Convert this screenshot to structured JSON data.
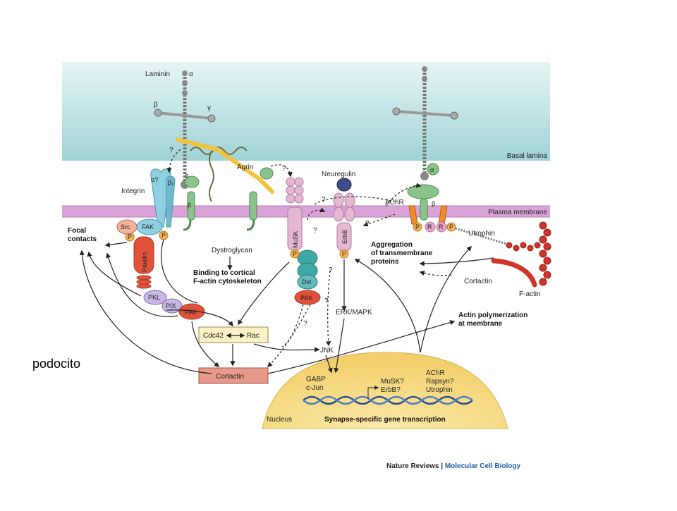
{
  "caption": "podocito",
  "credit": {
    "journal": "Nature Reviews",
    "separator": " | ",
    "section": "Molecular Cell Biology"
  },
  "regions": {
    "basal_lamina": "Basal lamina",
    "plasma_membrane": "Plasma membrane",
    "nucleus": "Nucleus"
  },
  "laminin": {
    "name": "Laminin",
    "alpha": "α",
    "beta": "β",
    "gamma": "γ"
  },
  "receptors": {
    "integrin": "Integrin",
    "alpha_q": "α?",
    "beta1": "β₁",
    "alpha": "α",
    "beta": "β",
    "agrin": "Agrin",
    "dystroglycan": "Dystroglycan",
    "neuregulin": "Neuregulin",
    "musk": "MuSK",
    "erbb": "ErbB",
    "achr": "AChR",
    "r": "R",
    "utrophin": "Utrophin",
    "cortactin_right": "Cortactin",
    "factin": "F-actin",
    "dvl": "Dvl"
  },
  "phospho": "P",
  "question": "?",
  "signaling": {
    "src": "Src",
    "fak": "FAK",
    "paxillin": "Paxillin",
    "pkl": "PKL",
    "pix": "PIX",
    "pak": "PAK",
    "cdc42": "Cdc42",
    "rac": "Rac",
    "cortactin": "Cortactin",
    "erk": "ERK/MAPK",
    "jnk": "JNK"
  },
  "outcomes": {
    "focal_1": "Focal",
    "focal_2": "contacts",
    "binding_1": "Binding to cortical",
    "binding_2": "F-actin cytoskeleton",
    "aggregation_1": "Aggregation",
    "aggregation_2": "of transmembrane",
    "aggregation_3": "proteins",
    "actin_poly_1": "Actin polymerization",
    "actin_poly_2": "at membrane"
  },
  "nucleus_content": {
    "gabp": "GABP",
    "cjun": "c-Jun",
    "musk_q": "MuSK?",
    "erbb_q": "ErbB?",
    "achr": "AChR",
    "rapsyn_q": "Rapsyn?",
    "utrophin": "Utrophin",
    "transcription": "Synapse-specific gene transcription"
  },
  "colors": {
    "basal_lamina": "#bfe4e6",
    "membrane": "#d79ad6",
    "nucleus": "#f6dc8a",
    "red_protein": "#e0533a",
    "teal_protein": "#3fa7a6",
    "pink_protein": "#e5b7d3",
    "agrin": "#f2c23a",
    "green": "#8bc48a"
  }
}
